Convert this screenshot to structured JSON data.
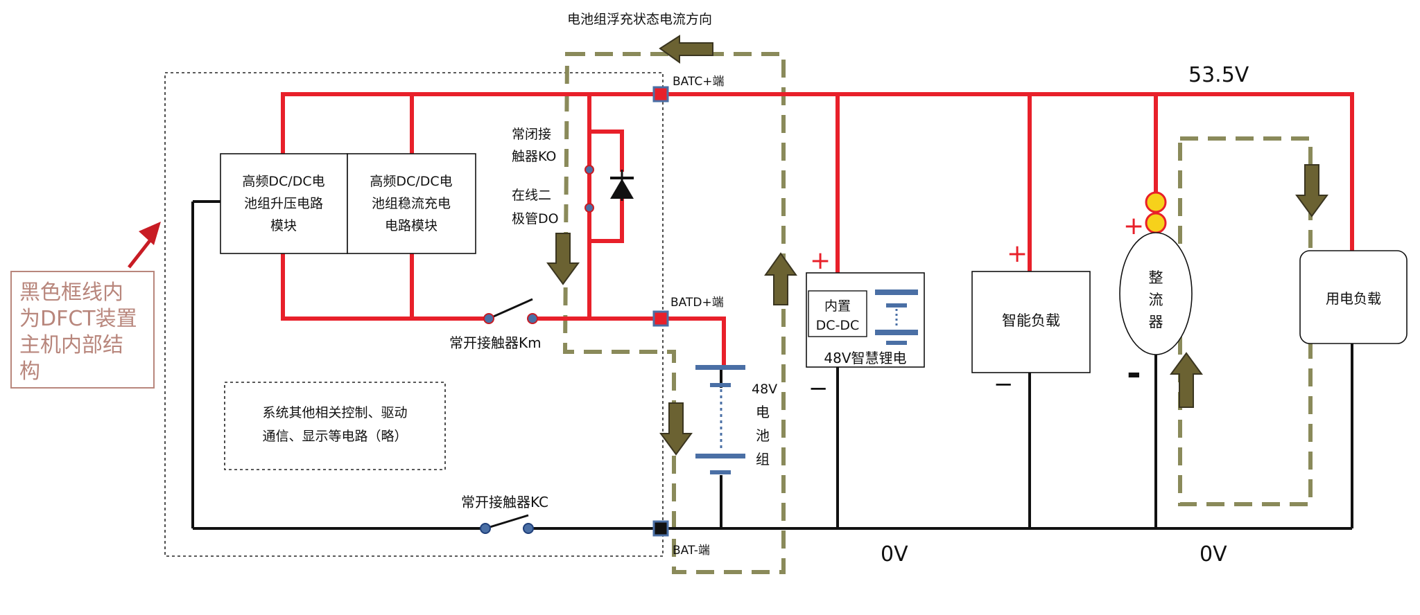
{
  "labels": {
    "float_direction": "电池组浮充状态电流方向",
    "voltage_top": "53.5V",
    "batc": "BATC+端",
    "batd": "BATD+端",
    "bat_minus": "BAT-端",
    "nc_contactor_1": "常闭接",
    "nc_contactor_2": "触器KO",
    "diode_1": "在线二",
    "diode_2": "极管DO",
    "km": "常开接触器Km",
    "kc": "常开接触器KC",
    "zero_v_left": "0V",
    "zero_v_right": "0V",
    "battery_48v": "48V",
    "battery_c1": "电",
    "battery_c2": "池",
    "battery_c3": "组",
    "plus": "+",
    "minus": "−",
    "minus_bold": "-"
  },
  "modules": {
    "boost_1": "高频DC/DC电",
    "boost_2": "池组升压电路",
    "boost_3": "模块",
    "charge_1": "高频DC/DC电",
    "charge_2": "池组稳流充电",
    "charge_3": "电路模块",
    "other_1": "系统其他相关控制、驱动",
    "other_2": "通信、显示等电路（略）"
  },
  "devices": {
    "dcdc_1": "内置",
    "dcdc_2": "DC-DC",
    "lithium": "48V智慧锂电",
    "smart_load": "智能负载",
    "rectifier_1": "整",
    "rectifier_2": "流",
    "rectifier_3": "器",
    "user_load": "用电负载"
  },
  "callout": {
    "line1": "黑色框线内",
    "line2": "为DFCT装置",
    "line3": "主机内部结",
    "line4": "构"
  },
  "colors": {
    "positive_wire": "#e8202a",
    "negative_wire": "#111111",
    "current_arrow": "#6b6232",
    "callout_text": "#b8867c",
    "terminal": "#4a6fa5"
  }
}
